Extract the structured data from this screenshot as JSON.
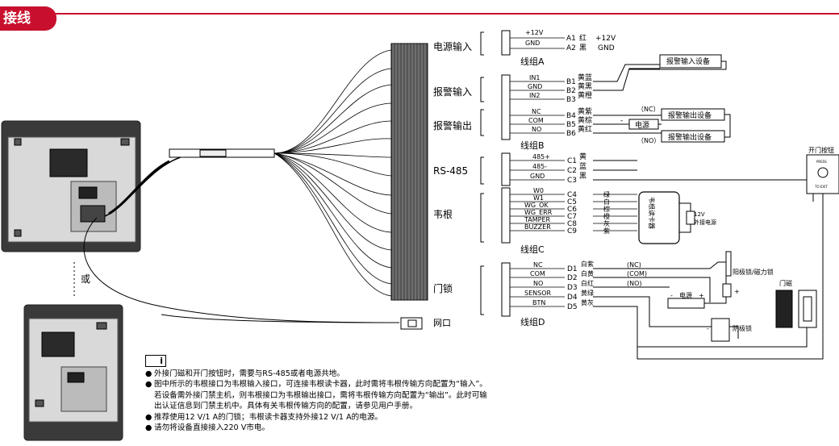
{
  "header": {
    "title": "接线"
  },
  "device": {
    "or_label": "或"
  },
  "groups": {
    "power": {
      "label": "电源输入",
      "pins": [
        "+12V",
        "GND"
      ],
      "ids": [
        "A1",
        "A2"
      ],
      "colors": [
        "红",
        "黑"
      ],
      "ends": [
        "+12V",
        "GND"
      ],
      "group": "线组A"
    },
    "alarm_in": {
      "label": "报警输入",
      "pins": [
        "IN1",
        "GND",
        "IN2"
      ],
      "ids": [
        "B1",
        "B2",
        "B3"
      ],
      "colors": [
        "黄蓝",
        "黄黑",
        "黄橙"
      ],
      "device": "报警输入设备"
    },
    "alarm_out": {
      "label": "报警输出",
      "pins": [
        "NC",
        "COM",
        "NO"
      ],
      "ids": [
        "B4",
        "B5",
        "B6"
      ],
      "colors": [
        "黄紫",
        "黄棕",
        "黄红"
      ],
      "group": "线组B",
      "nc": "（NC）",
      "no": "（NO）",
      "power": "电源",
      "minus": "-",
      "device1": "报警输出设备",
      "device2": "报警输出设备"
    },
    "rs485": {
      "label": "RS-485",
      "pins": [
        "485+",
        "485-",
        "GND"
      ],
      "ids": [
        "C1",
        "C2",
        "C3"
      ],
      "colors": [
        "黄",
        "蓝",
        "黑"
      ]
    },
    "wiegand": {
      "label": "韦根",
      "pins": [
        "W0",
        "W1",
        "WG_OK",
        "WG_ERR",
        "TAMPER",
        "BUZZER"
      ],
      "ids": [
        "C4",
        "C5",
        "C6",
        "C7",
        "C8",
        "C9"
      ],
      "colors": [
        "绿",
        "白",
        "棕",
        "橙",
        "灰",
        "紫"
      ],
      "group": "线组C",
      "reader": "韦根读卡器",
      "supply": "12V",
      "supply_label": "外接电源"
    },
    "door": {
      "label": "门锁",
      "pins": [
        "NC",
        "COM",
        "NO",
        "SENSOR",
        "BTN"
      ],
      "ids": [
        "D1",
        "D2",
        "D3",
        "D4",
        "D5"
      ],
      "colors": [
        "白紫",
        "白黄",
        "白红",
        "黄绿",
        "黄灰"
      ],
      "marks": [
        "(NC)",
        "(COM)",
        "(NO)"
      ],
      "group": "线组D",
      "power": "电源",
      "plus": "+",
      "minus": "-",
      "anode": "阳极锁/磁力锁",
      "cathode": "阴极锁",
      "magnet": "门磁"
    },
    "network": {
      "label": "网口"
    },
    "exit_button": {
      "label": "开门按钮",
      "top": "PRESS",
      "bottom": "TO EXIT"
    }
  },
  "notes": [
    "外接门磁和开门按钮时，需要与RS-485或者电源共地。",
    "图中所示的韦根接口为韦根输入接口，可连接韦根读卡器，此时需将韦根传输方向配置为“输入”。",
    "若设备需外接门禁主机，则韦根接口为韦根输出接口，需将韦根传输方向配置为“输出”。此时可输",
    "出认证信息到门禁主机中。具体有关韦根传输方向的配置，请参见用户手册。",
    "推荐使用12 V/1 A的门锁；韦根读卡器支持外接12 V/1 A的电源。",
    "请勿将设备直接接入220 V市电。"
  ]
}
